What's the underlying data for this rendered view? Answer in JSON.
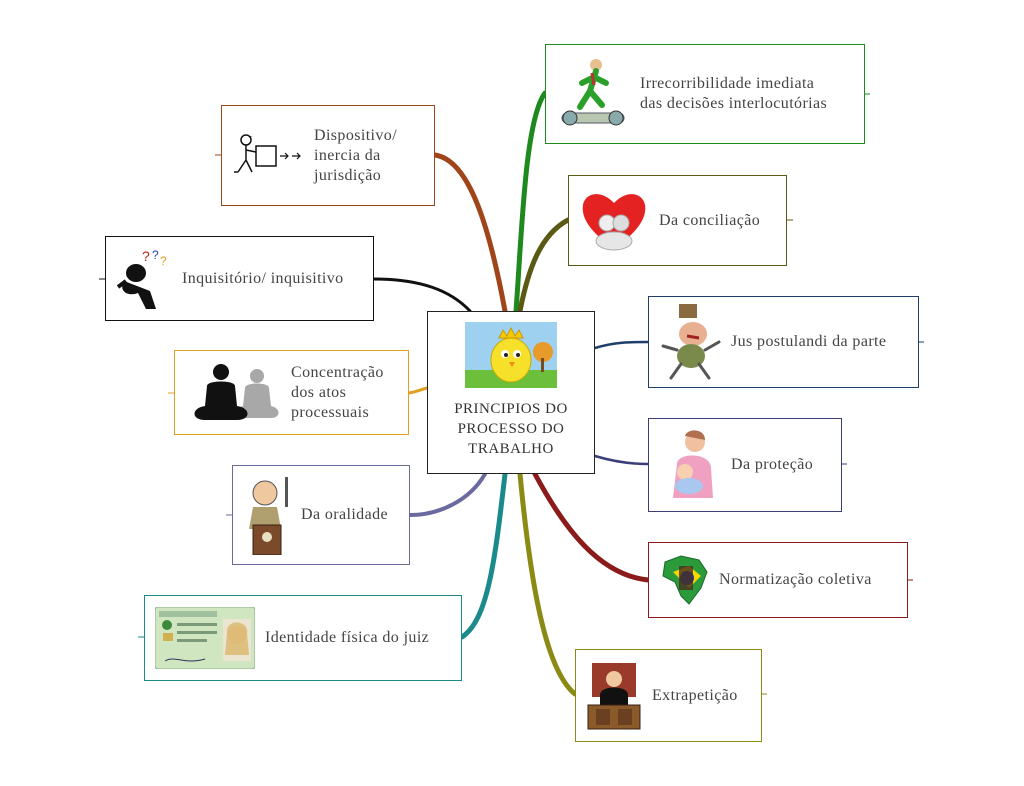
{
  "central_topic": {
    "label": "PRINCIPIOS DO\nPROCESSO DO\nTRABALHO",
    "icon": "chick-icon"
  },
  "branches": {
    "irrecorribilidade": {
      "label": "Irrecorribilidade imediata\ndas decisões interlocutórias",
      "icon": "treadmill-runner-icon",
      "color": "#1e8a1e"
    },
    "conciliacao": {
      "label": "Da conciliação",
      "icon": "heart-hug-icon",
      "color": "#5a5a14"
    },
    "jus_postulandi": {
      "label": "Jus postulandi da parte",
      "icon": "angry-man-icon",
      "color": "#1f3f6b"
    },
    "protecao": {
      "label": "Da proteção",
      "icon": "mother-baby-icon",
      "color": "#3a3f7a"
    },
    "normatizacao": {
      "label": "Normatização coletiva",
      "icon": "brazil-map-icon",
      "color": "#8b1a1a"
    },
    "extrapeticao": {
      "label": "Extrapetição",
      "icon": "judge-icon",
      "color": "#8a8a14"
    },
    "identidade": {
      "label": "Identidade física do juiz",
      "icon": "id-card-icon",
      "color": "#1a8a8a"
    },
    "oralidade": {
      "label": "Da oralidade",
      "icon": "speaker-podium-icon",
      "color": "#6a6aa0"
    },
    "concentracao": {
      "label": "Concentração\ndos atos\nprocessuais",
      "icon": "meditation-icon",
      "color": "#e0a020"
    },
    "inquisitorio": {
      "label": "Inquisitório/ inquisitivo",
      "icon": "thinking-man-icon",
      "color": "#111111"
    },
    "dispositivo": {
      "label": "Dispositivo/\ninercia da\njurisdição",
      "icon": "pushing-box-icon",
      "color": "#a0441a"
    }
  }
}
